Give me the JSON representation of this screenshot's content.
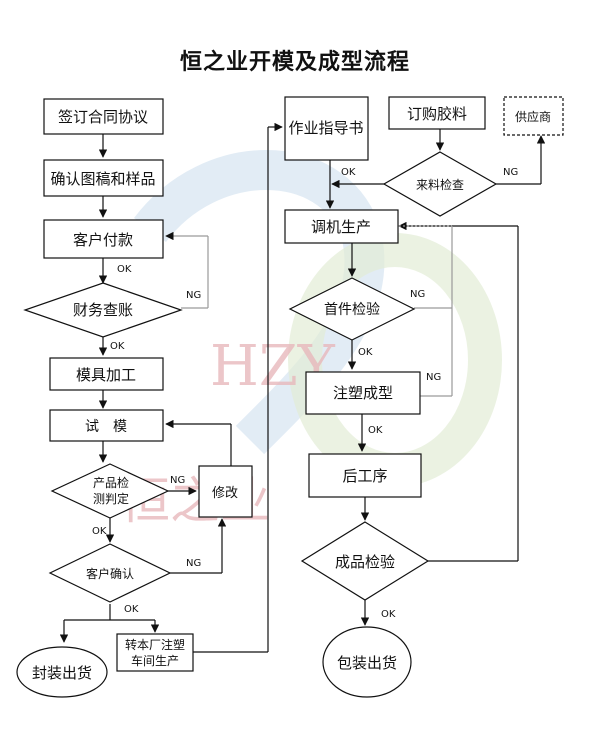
{
  "title": "恒之业开模及成型流程",
  "watermark": {
    "latin": "HZY",
    "chinese": "恒之业"
  },
  "colors": {
    "line": "#111111",
    "feedback": "#9a9a9a",
    "watermark_text": "#e8b8bc",
    "watermark_blue": "#d6e4f1",
    "watermark_green": "#e3ecd6"
  },
  "nodes": {
    "sign_contract": "签订合同协议",
    "confirm_drawing": "确认图稿和样品",
    "customer_pay": "客户付款",
    "finance_check": "财务查账",
    "mold_process": "模具加工",
    "trial_mold": "试　模",
    "product_judge_line1": "产品检",
    "product_judge_line2": "测判定",
    "modify": "修改",
    "customer_confirm": "客户确认",
    "seal_ship": "封装出货",
    "transfer_line1": "转本厂注塑",
    "transfer_line2": "车间生产",
    "work_guide": "作业指导书",
    "order_material": "订购胶料",
    "supplier": "供应商",
    "incoming_check": "来料检查",
    "machine_production": "调机生产",
    "first_piece_check": "首件检验",
    "injection_molding": "注塑成型",
    "post_process": "后工序",
    "final_inspection": "成品检验",
    "package_ship": "包装出货"
  },
  "edge_labels": {
    "ok": "OK",
    "ng": "NG"
  }
}
